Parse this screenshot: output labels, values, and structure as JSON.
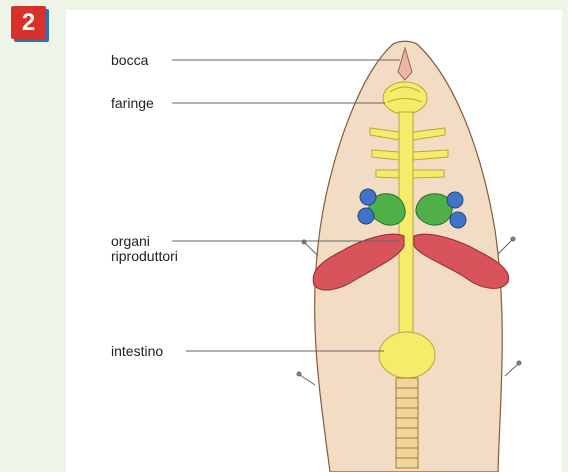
{
  "badge": {
    "number": "2",
    "color": "#d6322b",
    "shadow_color": "#2f6fb6"
  },
  "labels": {
    "mouth": "bocca",
    "pharynx": "faringe",
    "reproductive_line1": "organi",
    "reproductive_line2": "riproduttori",
    "intestine": "intestino"
  },
  "colors": {
    "body": "#f3dcc4",
    "digestive": "#f6ec6a",
    "reproductive_red": "#d9545a",
    "reproductive_green": "#4fb04a",
    "reproductive_blue": "#3f74c9",
    "leader_line": "#666666",
    "background": "#eef4e6"
  }
}
